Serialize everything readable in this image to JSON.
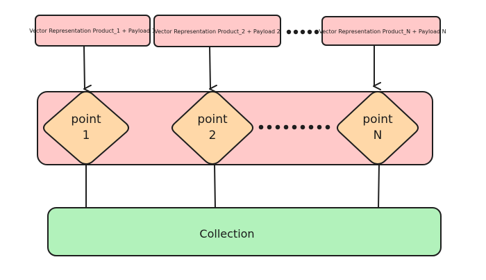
{
  "vectors": [
    {
      "label": "Vector  Representation Product_1 + Payload 1"
    },
    {
      "label": "Vector Representation Product_2 + Payload 2"
    },
    {
      "label": "Vector Representation Product_N + Payload N"
    }
  ],
  "points": [
    {
      "word": "point",
      "index": "1"
    },
    {
      "word": "point",
      "index": "2"
    },
    {
      "word": "point",
      "index": "N"
    }
  ],
  "collection": {
    "label": "Collection"
  },
  "colors": {
    "vector_fill": "#ffc9c9",
    "band_fill": "#ffc9c9",
    "point_fill": "#ffd8a8",
    "collection_fill": "#b2f2bb",
    "stroke": "#1e1e1e"
  }
}
